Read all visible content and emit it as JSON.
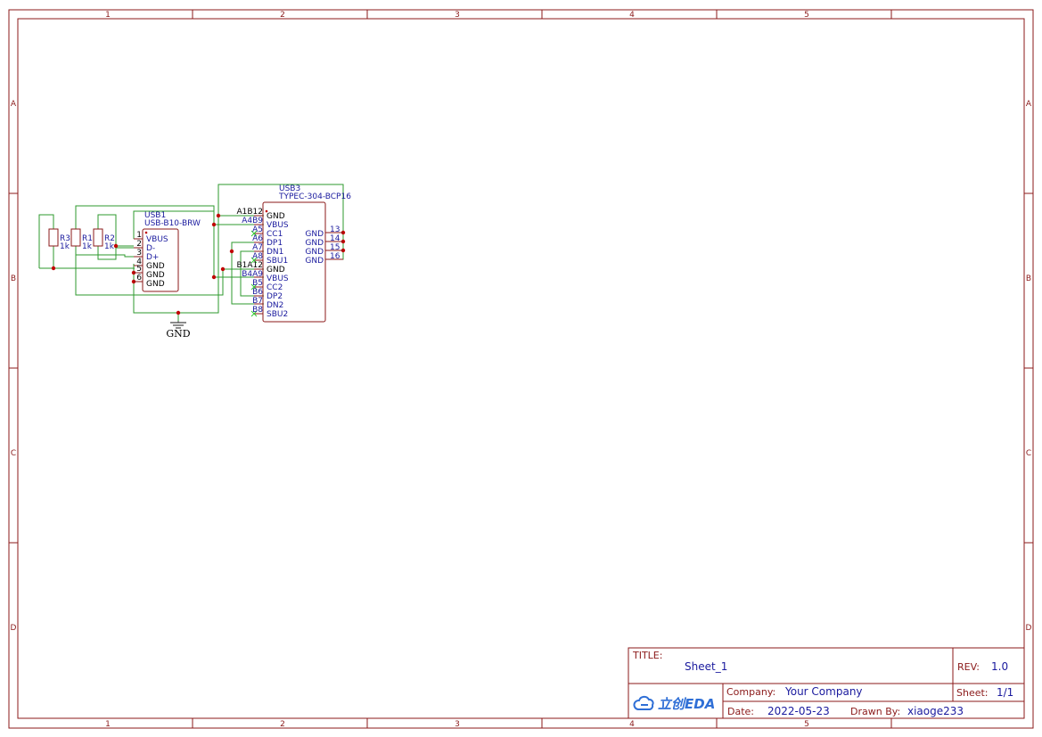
{
  "frame": {
    "columns": [
      "1",
      "2",
      "3",
      "4",
      "5"
    ],
    "rows": [
      "A",
      "B",
      "C",
      "D"
    ]
  },
  "components": {
    "r3": {
      "ref": "R3",
      "value": "1k"
    },
    "r1": {
      "ref": "R1",
      "value": "1k"
    },
    "r2": {
      "ref": "R2",
      "value": "1k"
    },
    "usb1": {
      "ref": "USB1",
      "part": "USB-B10-BRW",
      "pins": [
        {
          "num": "1",
          "name": "VBUS"
        },
        {
          "num": "2",
          "name": "D-"
        },
        {
          "num": "3",
          "name": "D+"
        },
        {
          "num": "4",
          "name": "GND"
        },
        {
          "num": "5",
          "name": "GND"
        },
        {
          "num": "6",
          "name": "GND"
        }
      ]
    },
    "usb3": {
      "ref": "USB3",
      "part": "TYPEC-304-BCP16",
      "left_pins": [
        {
          "num": "A1B12",
          "name": "GND"
        },
        {
          "num": "A4B9",
          "name": "VBUS"
        },
        {
          "num": "A5",
          "name": "CC1"
        },
        {
          "num": "A6",
          "name": "DP1"
        },
        {
          "num": "A7",
          "name": "DN1"
        },
        {
          "num": "A8",
          "name": "SBU1"
        },
        {
          "num": "B1A12",
          "name": "GND"
        },
        {
          "num": "B4A9",
          "name": "VBUS"
        },
        {
          "num": "B5",
          "name": "CC2"
        },
        {
          "num": "B6",
          "name": "DP2"
        },
        {
          "num": "B7",
          "name": "DN2"
        },
        {
          "num": "B8",
          "name": "SBU2"
        }
      ],
      "right_pins": [
        {
          "num": "13",
          "name": "GND"
        },
        {
          "num": "14",
          "name": "GND"
        },
        {
          "num": "15",
          "name": "GND"
        },
        {
          "num": "16",
          "name": "GND"
        }
      ]
    },
    "gnd_label": "GND"
  },
  "title_block": {
    "title_label": "TITLE:",
    "title": "Sheet_1",
    "rev_label": "REV:",
    "rev": "1.0",
    "company_label": "Company:",
    "company": "Your Company",
    "sheet_label": "Sheet:",
    "sheet": "1/1",
    "date_label": "Date:",
    "date": "2022-05-23",
    "drawn_label": "Drawn By:",
    "drawn_by": "xiaoge233",
    "logo_text": "立创EDA"
  },
  "colors": {
    "frame": "#8b1a1a",
    "wire": "#2e9a2e",
    "junction": "#c00000",
    "text_blue": "#1a1a9e",
    "nc_mark": "#33cc33"
  }
}
